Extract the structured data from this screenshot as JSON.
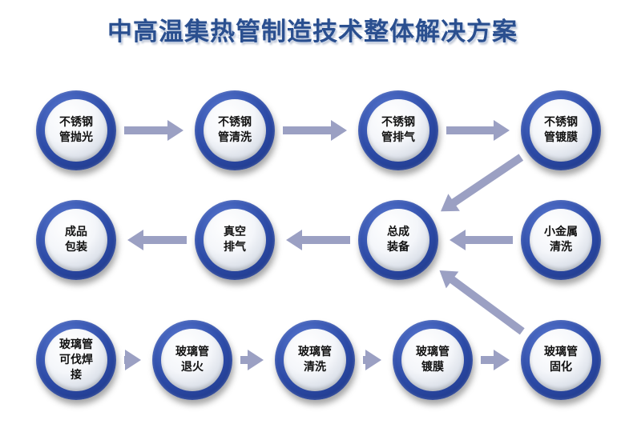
{
  "diagram": {
    "title": "中高温集热管制造技术整体解决方案",
    "nodes": [
      {
        "id": "n1",
        "label": "不锈钢\n管抛光"
      },
      {
        "id": "n2",
        "label": "不锈钢\n管清洗"
      },
      {
        "id": "n3",
        "label": "不锈钢\n管排气"
      },
      {
        "id": "n4",
        "label": "不锈钢\n管镀膜"
      },
      {
        "id": "n5",
        "label": "成品\n包装"
      },
      {
        "id": "n6",
        "label": "真空\n排气"
      },
      {
        "id": "n7",
        "label": "总成\n装备"
      },
      {
        "id": "n8",
        "label": "小金属\n清洗"
      },
      {
        "id": "n9",
        "label": "玻璃管\n可伐焊\n接"
      },
      {
        "id": "n10",
        "label": "玻璃管\n退火"
      },
      {
        "id": "n11",
        "label": "玻璃管\n清洗"
      },
      {
        "id": "n12",
        "label": "玻璃管\n镀膜"
      },
      {
        "id": "n13",
        "label": "玻璃管\n固化"
      }
    ],
    "edges": [
      {
        "from": "n1",
        "to": "n2"
      },
      {
        "from": "n2",
        "to": "n3"
      },
      {
        "from": "n3",
        "to": "n4"
      },
      {
        "from": "n4",
        "to": "n7"
      },
      {
        "from": "n8",
        "to": "n7"
      },
      {
        "from": "n13",
        "to": "n7"
      },
      {
        "from": "n7",
        "to": "n6"
      },
      {
        "from": "n6",
        "to": "n5"
      },
      {
        "from": "n9",
        "to": "n10"
      },
      {
        "from": "n10",
        "to": "n11"
      },
      {
        "from": "n11",
        "to": "n12"
      },
      {
        "from": "n12",
        "to": "n13"
      }
    ],
    "colors": {
      "title": "#2a4f8f",
      "ring": "#2c4aa6",
      "arrow": "#8a8fb8"
    }
  }
}
